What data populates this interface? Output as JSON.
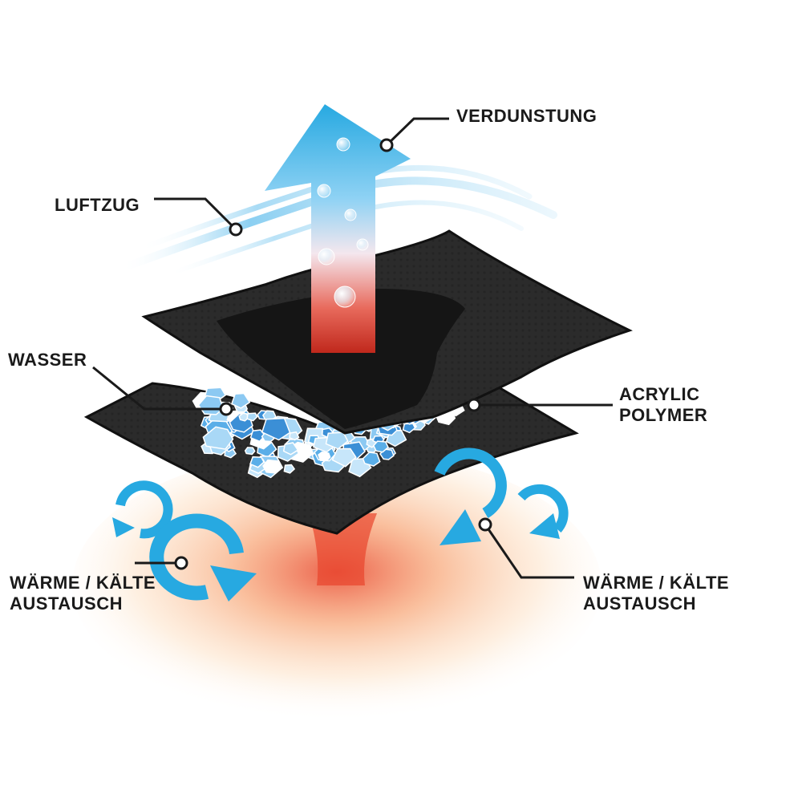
{
  "labels": {
    "verdunstung": "VERDUNSTUNG",
    "luftzug": "LUFTZUG",
    "wasser": "WASSER",
    "acrylic_line1": "ACRYLIC",
    "acrylic_line2": "POLYMER",
    "left_exchange_line1": "WÄRME / KÄLTE",
    "left_exchange_line2": "AUSTAUSCH",
    "right_exchange_line1": "WÄRME / KÄLTE",
    "right_exchange_line2": "AUSTAUSCH"
  },
  "colors": {
    "fabric": "#2a2a2a",
    "fabric_dark": "#141414",
    "arrow_blue": "#27a9e1",
    "airflow_blue": "#7fcaf0",
    "crystal_blue": "#5aaee8",
    "heat_red": "#e8452c",
    "heat_orange": "#f9b26b",
    "leader_line": "#1a1a1a"
  },
  "icons": [
    "evaporation-arrow-icon",
    "airflow-icon",
    "circulation-arrow-icon",
    "water-crystal-icon",
    "water-droplet-icon"
  ]
}
